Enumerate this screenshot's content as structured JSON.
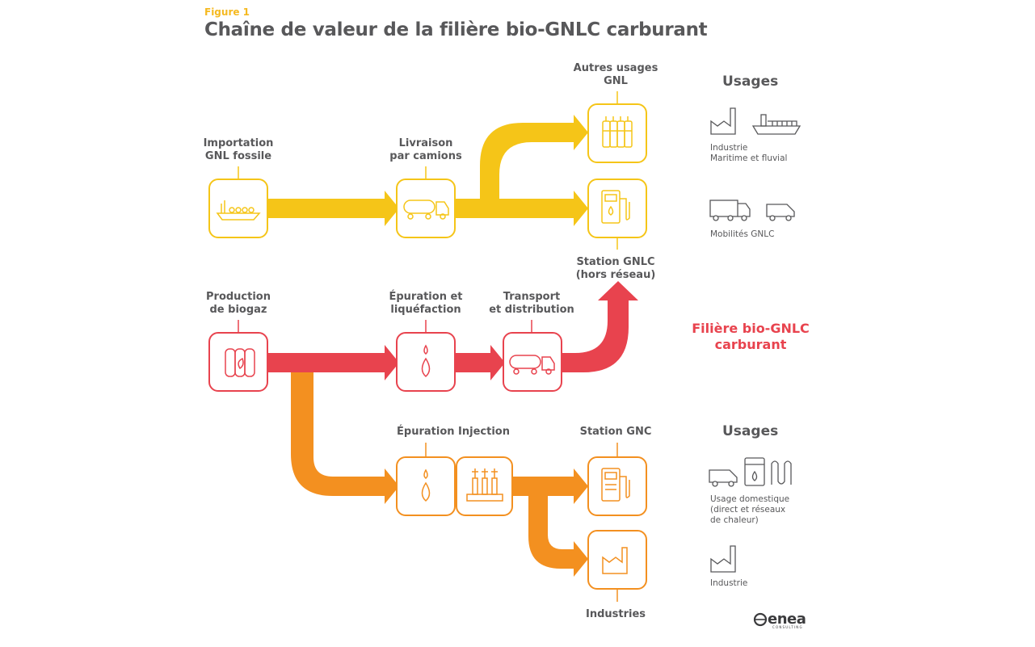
{
  "header": {
    "figure_label": "Figure 1",
    "title": "Chaîne de valeur de la filière bio-GNLC carburant"
  },
  "nodes": {
    "importation": "Importation\nGNL fossile",
    "livraison": "Livraison\npar camions",
    "autres_usages": "Autres usages\nGNL",
    "station_gnlc": "Station GNLC\n(hors réseau)",
    "production": "Production\nde biogaz",
    "epuration_liquefaction": "Épuration et\nliquéfaction",
    "transport": "Transport\net distribution",
    "epuration_injection": "Épuration Injection",
    "station_gnc": "Station GNC",
    "industries": "Industries"
  },
  "filiere_label": "Filière bio-GNLC\ncarburant",
  "usages_top": {
    "heading": "Usages",
    "group1_label": "Industrie\nMaritime et fluvial",
    "group2_label": "Mobilités GNLC"
  },
  "usages_bottom": {
    "heading": "Usages",
    "group1_label": "Usage domestique\n(direct et réseaux\nde chaleur)",
    "group2_label": "Industrie"
  },
  "logo": {
    "name": "enea",
    "tagline": "CONSULTING"
  },
  "colors": {
    "yellow": "#f5c518",
    "red": "#e8434e",
    "orange": "#f39020",
    "text": "#58585a"
  }
}
